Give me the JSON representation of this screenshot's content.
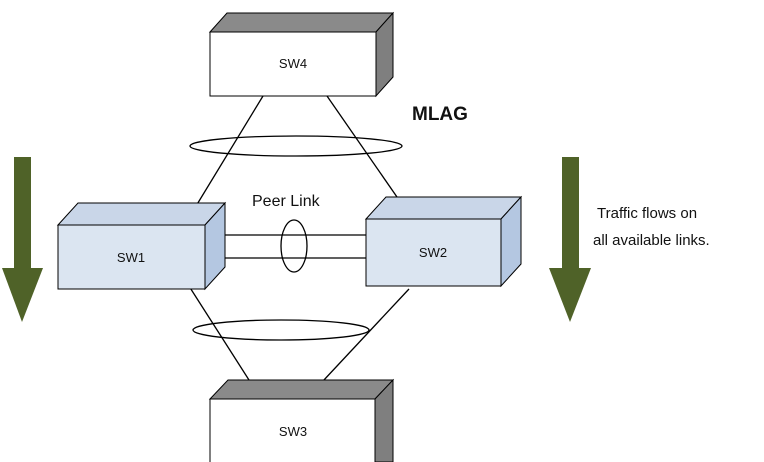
{
  "switches": {
    "sw4": {
      "label": "SW4"
    },
    "sw1": {
      "label": "SW1"
    },
    "sw2": {
      "label": "SW2"
    },
    "sw3": {
      "label": "SW3"
    }
  },
  "mlag": {
    "label": "MLAG"
  },
  "peer_link": {
    "label": "Peer Link"
  },
  "traffic_note": {
    "lines": [
      "Traffic flows on",
      "all available links."
    ]
  },
  "colors": {
    "switch_front_gray": "#ffffff",
    "switch_front_blue": "#dbe5f1",
    "switch_top_gray": "#8a8a8a",
    "switch_side_gray": "#7f7f7f",
    "switch_top_blue": "#c9d6e8",
    "switch_side_blue": "#b4c7e1",
    "arrow_green": "#4f6228",
    "line": "#000000"
  }
}
